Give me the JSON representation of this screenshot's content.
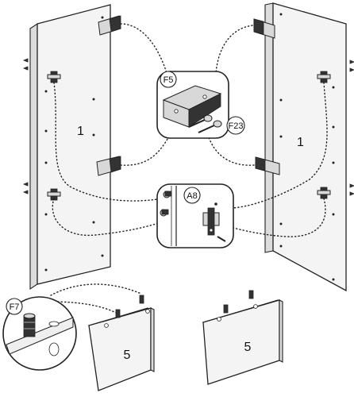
{
  "panels": {
    "left_side": "1",
    "right_side": "1",
    "left_bottom": "5",
    "right_bottom": "5"
  },
  "callouts": {
    "bracket_part": "F5",
    "screw_part": "F23",
    "hinge_part": "A8",
    "dowel_part": "F7"
  }
}
